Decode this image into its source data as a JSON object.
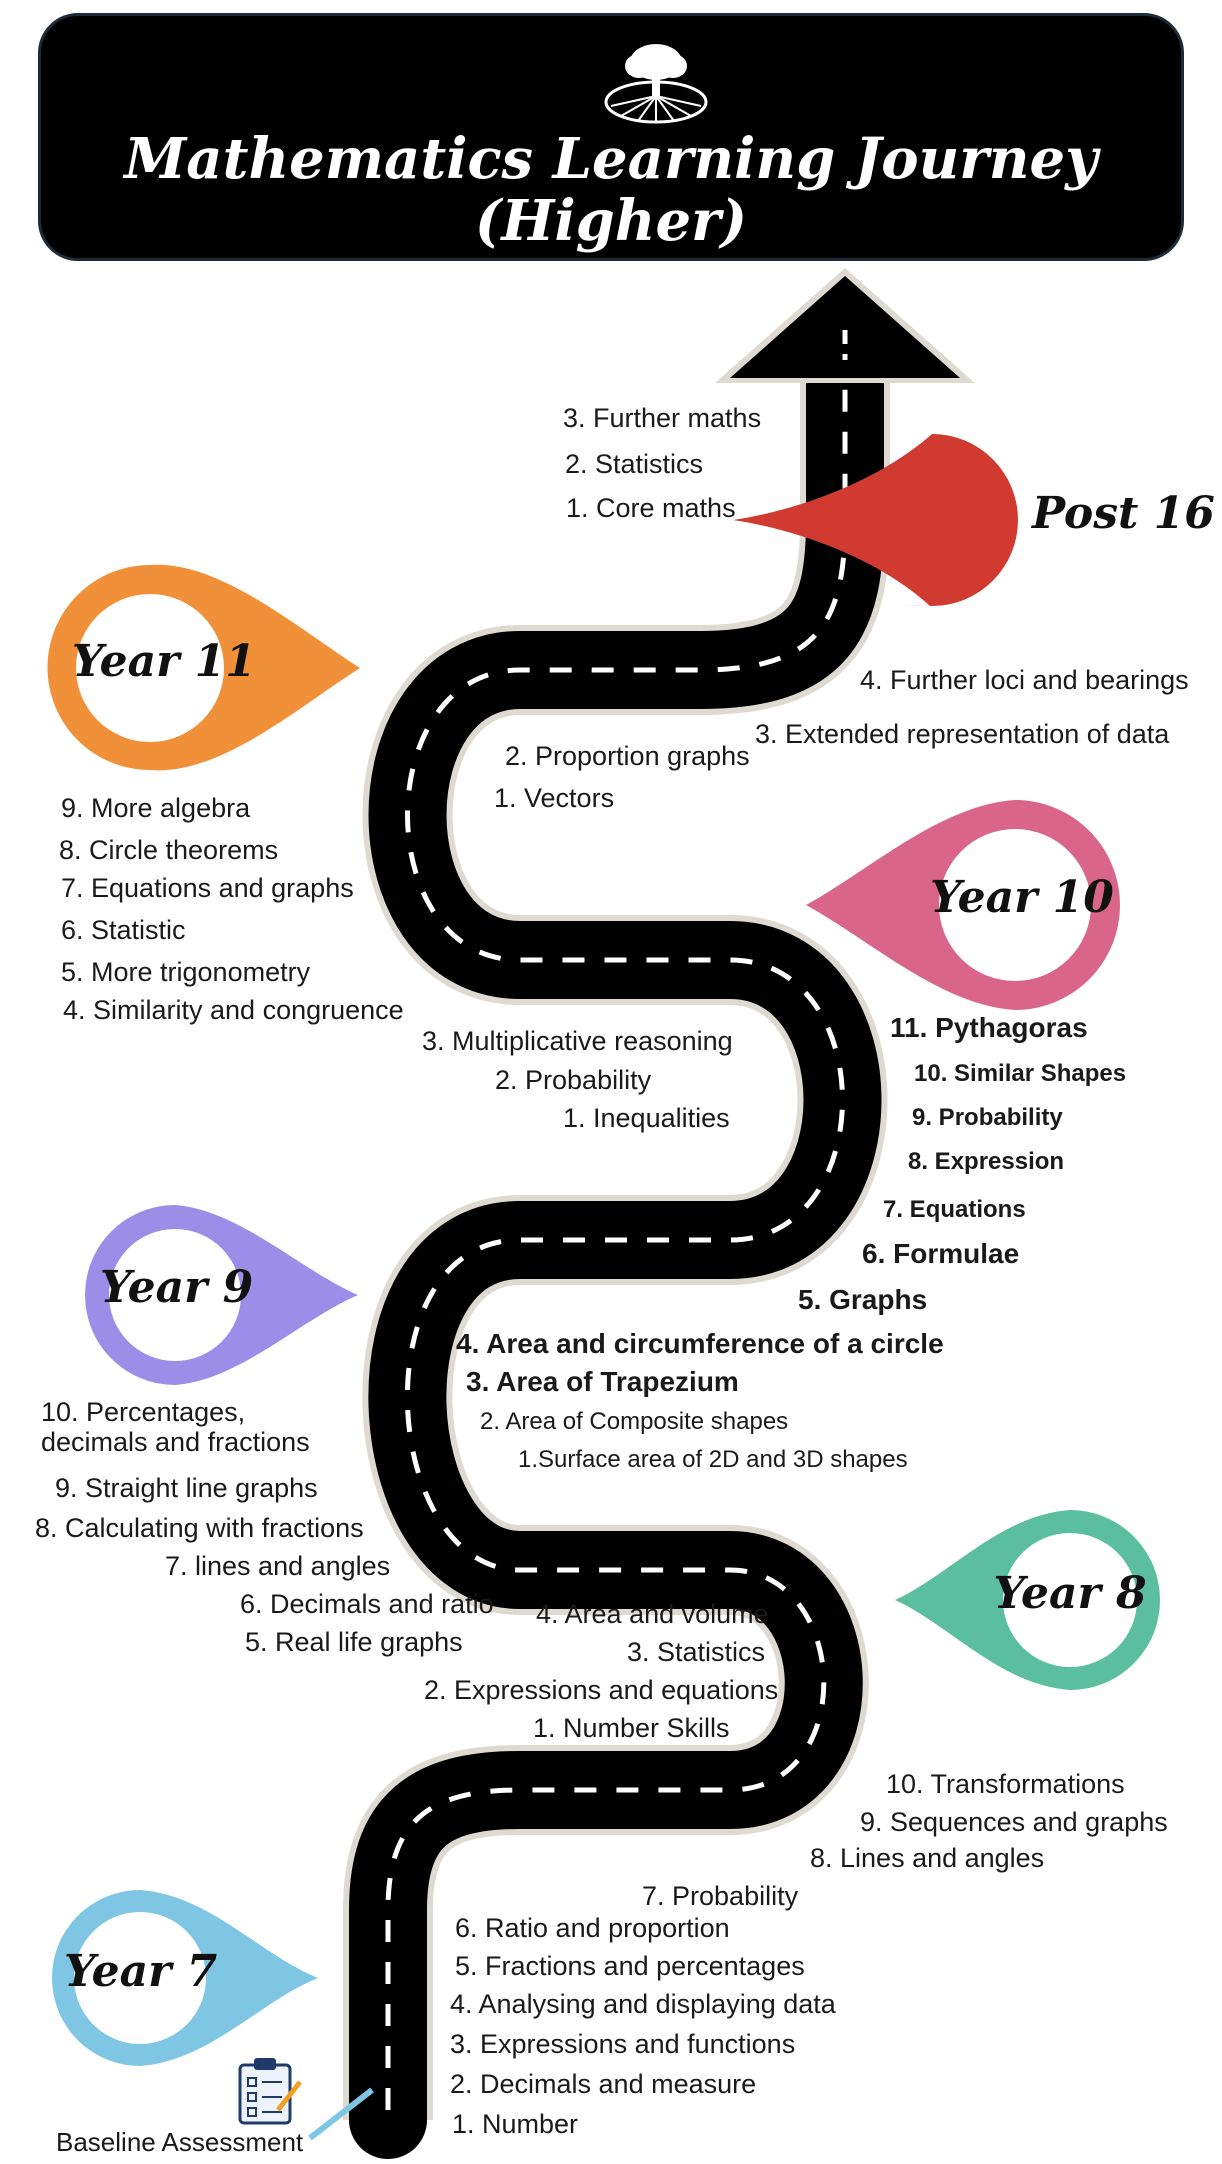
{
  "title": {
    "line1": "Mathematics Learning Journey",
    "line2": "(Higher)"
  },
  "stages": {
    "post16": "Post 16",
    "year11": "Year 11",
    "year10": "Year 10",
    "year9": "Year 9",
    "year8": "Year 8",
    "year7": "Year 7"
  },
  "colors": {
    "post16": "#d03a30",
    "year11": "#f0913a",
    "year10": "#d9668a",
    "year9": "#9c8de8",
    "year8": "#5bbf9f",
    "year7": "#7fc6e4",
    "road": "#000000"
  },
  "topics": {
    "post16": [
      "3. Further maths",
      "2. Statistics",
      "1. Core maths"
    ],
    "year11_right": [
      "4. Further loci and bearings",
      "3. Extended representation of data"
    ],
    "year11_mid": [
      "2. Proportion graphs",
      "1. Vectors"
    ],
    "year11_left": [
      "9. More algebra",
      "8. Circle theorems",
      "7. Equations and graphs",
      "6. Statistic",
      "5. More trigonometry",
      "4. Similarity and congruence"
    ],
    "year10_mid": [
      "3. Multiplicative reasoning",
      "2. Probability",
      "1. Inequalities"
    ],
    "year10_right": [
      "11. Pythagoras",
      "10. Similar Shapes",
      "9. Probability",
      "8. Expression",
      "7. Equations",
      "6. Formulae",
      "5. Graphs"
    ],
    "year9_mid": [
      "4. Area and circumference of a circle",
      "3. Area of Trapezium",
      "2. Area of Composite shapes",
      "1.Surface area of 2D and 3D shapes"
    ],
    "year9_left": [
      "10. Percentages,",
      "decimals and fractions",
      "9. Straight line graphs",
      "8. Calculating with fractions",
      "7. lines and angles",
      "6. Decimals and ratio",
      "5.  Real life graphs"
    ],
    "year8_mid": [
      "4. Area and volume",
      "3. Statistics",
      "2. Expressions and equations",
      "1. Number Skills"
    ],
    "year8_right": [
      "10. Transformations",
      "9. Sequences and graphs",
      "8. Lines and angles"
    ],
    "year7": [
      "7. Probability",
      "6. Ratio and proportion",
      "5. Fractions and percentages",
      "4. Analysing and displaying data",
      "3. Expressions and functions",
      "2. Decimals and measure",
      "1. Number"
    ]
  },
  "baseline": "Baseline Assessment",
  "icons": [
    "tree-logo-icon",
    "checklist-clipboard-icon"
  ]
}
